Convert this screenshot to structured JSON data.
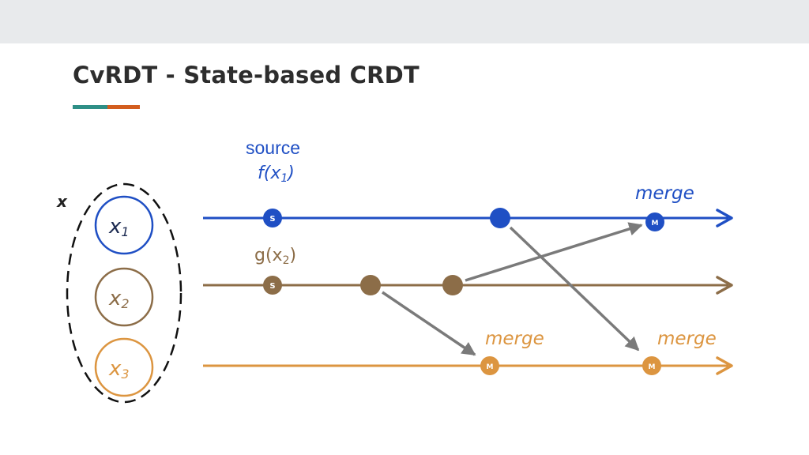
{
  "slide": {
    "title": "CvRDT - State-based CRDT"
  },
  "diagram": {
    "set_label": "x",
    "replicas": [
      {
        "label": "x1",
        "base": "x",
        "sub": "1",
        "color": "#1f4fc4"
      },
      {
        "label": "x2",
        "base": "x",
        "sub": "2",
        "color": "#8c6d48"
      },
      {
        "label": "x3",
        "base": "x",
        "sub": "3",
        "color": "#dc9540"
      }
    ],
    "annotations": {
      "source": "source",
      "source_fn": "f(x1)",
      "source_fn_base": "f(x",
      "source_fn_sub": "1",
      "source_fn_close": ")",
      "brown_fn_base": "g(x",
      "brown_fn_sub": "2",
      "brown_fn_close": ")",
      "merge_blue": "merge",
      "merge_orange_1": "merge",
      "merge_orange_2": "merge"
    },
    "node_letters": {
      "source": "S",
      "merge": "M"
    },
    "colors": {
      "blue": "#1f4fc4",
      "brown": "#8c6d48",
      "orange": "#dc9540",
      "arrow": "#7a7a7a",
      "accent_teal": "#2e8f86",
      "accent_orange": "#d35d1e"
    }
  }
}
